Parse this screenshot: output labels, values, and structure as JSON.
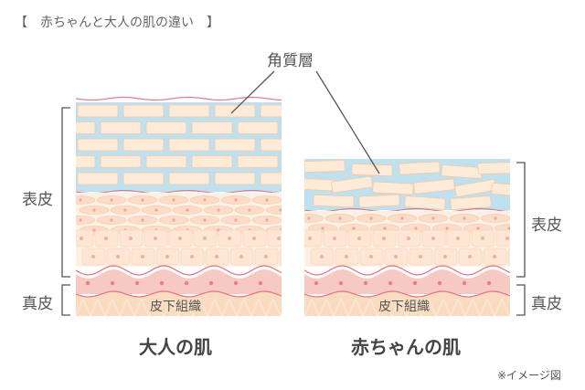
{
  "title": "【　赤ちゃんと大人の肌の違い　】",
  "labels": {
    "stratum_corneum": "角質層",
    "epidermis_left": "表皮",
    "dermis_left": "真皮",
    "epidermis_right": "表皮",
    "dermis_right": "真皮",
    "subcutaneous_left": "皮下組織",
    "subcutaneous_right": "皮下組織"
  },
  "captions": {
    "adult": "大人の肌",
    "baby": "赤ちゃんの肌"
  },
  "note": "※イメージ図",
  "colors": {
    "moisture": "#bfe0ee",
    "corneum_cell": "#fdebd8",
    "cell_border": "#f2c9a8",
    "spinous": "#fbdcc7",
    "basal": "#f6c9c2",
    "line": "#e07a8a",
    "subcutaneous": "#f9dcc0"
  }
}
